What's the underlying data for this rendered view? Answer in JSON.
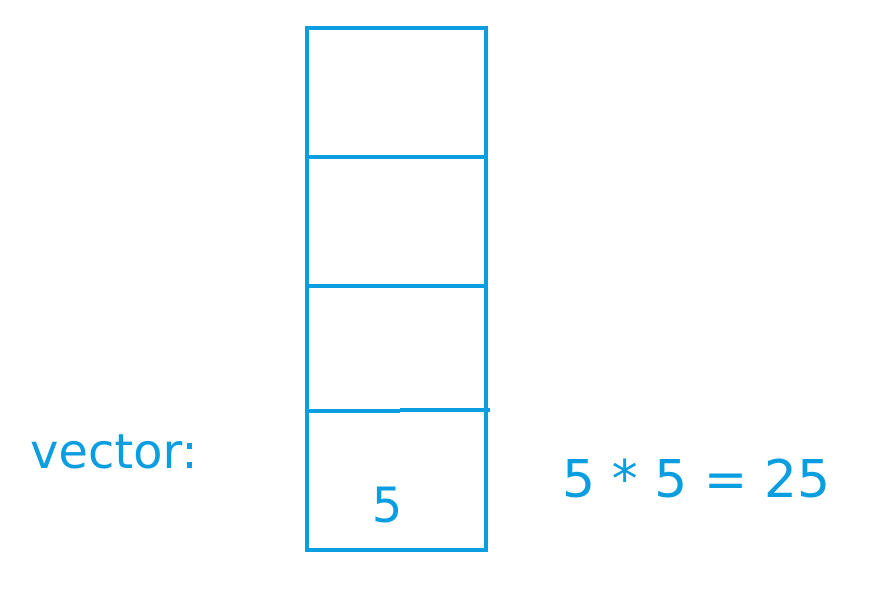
{
  "diagram": {
    "vector_label": "vector:",
    "cells": [
      "",
      "",
      "",
      "5"
    ],
    "equation": "5 * 5 = 25",
    "colors": {
      "stroke": "#0a9ee0",
      "text": "#0a9ee0",
      "background": "#ffffff"
    }
  }
}
